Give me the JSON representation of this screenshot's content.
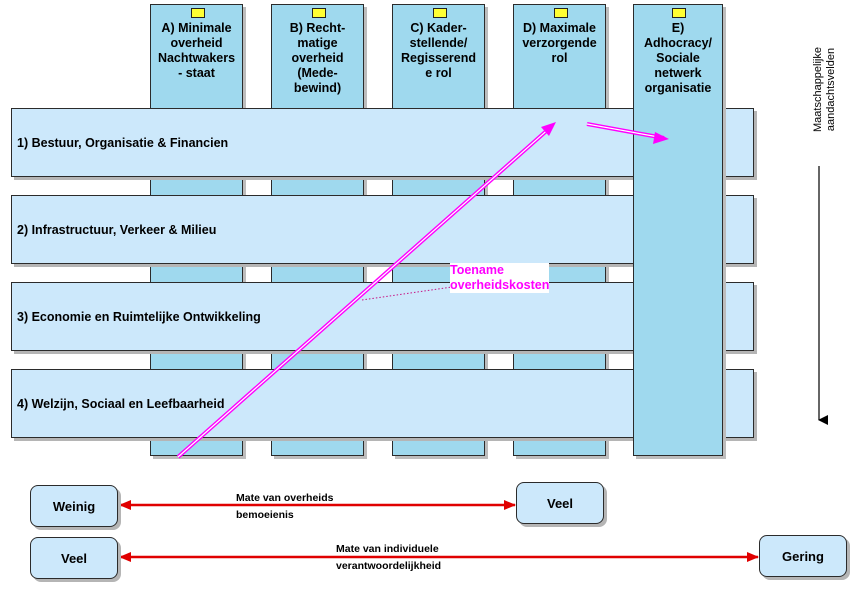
{
  "columns": [
    {
      "label": "A) Minimale\noverheid\nNachtwakers\n- staat"
    },
    {
      "label": "B) Recht-\nmatige\noverheid\n(Mede-\nbewind)"
    },
    {
      "label": "C) Kader-\nstellende/\nRegisserend\ne rol"
    },
    {
      "label": "D) Maximale\nverzorgende\nrol"
    },
    {
      "label": "E)\nAdhocracy/\nSociale\nnetwerk\norganisatie"
    }
  ],
  "rows": [
    {
      "label": "1) Bestuur, Organisatie & Financien"
    },
    {
      "label": "2) Infrastructuur, Verkeer & Milieu"
    },
    {
      "label": "3) Economie en Ruimtelijke Ontwikkeling"
    },
    {
      "label": "4) Welzijn, Sociaal en Leefbaarheid"
    }
  ],
  "side_label": "Maatschappelijke\naandachtsvelden",
  "trend_label": "Toename\noverheidskosten",
  "scales": [
    {
      "left": "Weinig",
      "right": "Veel",
      "caption_line1": "Mate van overheids",
      "caption_line2": "bemoeienis"
    },
    {
      "left": "Veel",
      "right": "Gering",
      "caption_line1": "Mate van individuele",
      "caption_line2": "verantwoordelijkheid"
    }
  ],
  "colors": {
    "column_fill": "#9fd9ee",
    "row_fill": "#cce8fb",
    "trend_arrow": "#ff00ff",
    "scale_arrow": "#e00000"
  }
}
